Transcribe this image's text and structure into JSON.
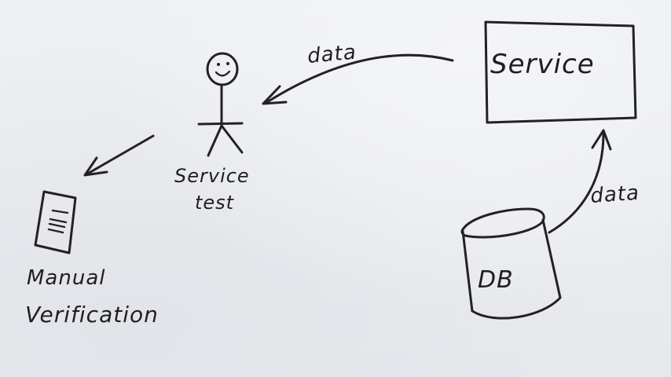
{
  "diagram": {
    "nodes": {
      "service": {
        "label": "Service"
      },
      "db": {
        "label": "DB"
      },
      "service_test": {
        "label_line1": "Service",
        "label_line2": "test"
      },
      "manual_verification": {
        "label_line1": "Manual",
        "label_line2": "Verification"
      }
    },
    "edges": {
      "service_to_tester": {
        "label": "data"
      },
      "db_to_service": {
        "label": "data"
      }
    },
    "ink_color": "#222222",
    "paper_color": "#eceef2"
  }
}
